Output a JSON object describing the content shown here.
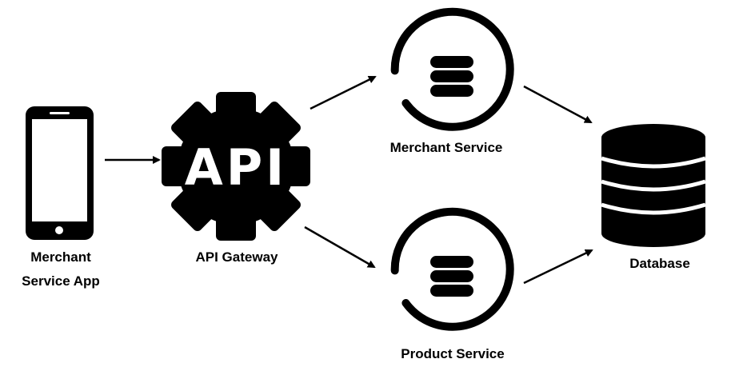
{
  "nodes": {
    "merchant_app": {
      "label_line1": "Merchant",
      "label_line2": "Service App",
      "icon": "smartphone-icon"
    },
    "api_gateway": {
      "label": "API Gateway",
      "icon": "api-gear-icon",
      "icon_text": "API"
    },
    "merchant_service": {
      "label": "Merchant Service",
      "icon": "service-ring-icon"
    },
    "product_service": {
      "label": "Product Service",
      "icon": "service-ring-icon"
    },
    "database": {
      "label": "Database",
      "icon": "database-icon"
    }
  },
  "edges": [
    {
      "from": "merchant_app",
      "to": "api_gateway"
    },
    {
      "from": "api_gateway",
      "to": "merchant_service"
    },
    {
      "from": "api_gateway",
      "to": "product_service"
    },
    {
      "from": "merchant_service",
      "to": "database"
    },
    {
      "from": "product_service",
      "to": "database"
    }
  ],
  "colors": {
    "ink": "#000000",
    "background": "#ffffff"
  }
}
